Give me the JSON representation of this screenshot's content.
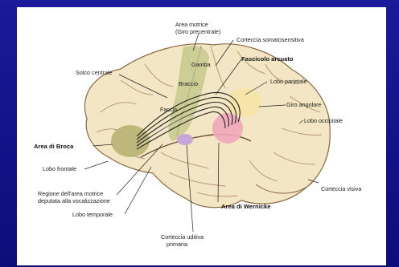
{
  "labels": {
    "area_motrice_1": "Area motrice",
    "area_motrice_2": "(Giro precentrale)",
    "corteccia_somatosensitiva": "Corteccia somatosensitiva",
    "fascicolo_arcuato": "Fascicolo arcuato",
    "solco_centrale": "Solco centrale",
    "gamba": "Gamba",
    "braccio": "Braccio",
    "faccia": "Faccia",
    "lobo_parietale": "Lobo parietale",
    "giro_angolare": "Giro angolare",
    "lobo_occipitale": "Lobo occipitale",
    "area_di_broca": "Area di Broca",
    "lobo_frontale": "Lobo frontale",
    "regione_1": "Regione dell'area motrice",
    "regione_2": "deputata alla vocalizzazione",
    "lobo_temporale": "Lobo temporale",
    "area_di_wernicke": "Area di Wernicke",
    "corteccia_visiva": "Corteccia visiva",
    "corteccia_uditiva_1": "Corteccia uditiva",
    "corteccia_uditiva_2": "primaria"
  },
  "colors": {
    "background": "#1a1a9a",
    "brain_fill": "#f3e6c4",
    "motor_area": "#c5c98e",
    "broca": "#b8b276",
    "wernicke": "#f1a6b8",
    "auditory": "#c9a6d8",
    "angular_gyrus": "#f7e3a6"
  }
}
